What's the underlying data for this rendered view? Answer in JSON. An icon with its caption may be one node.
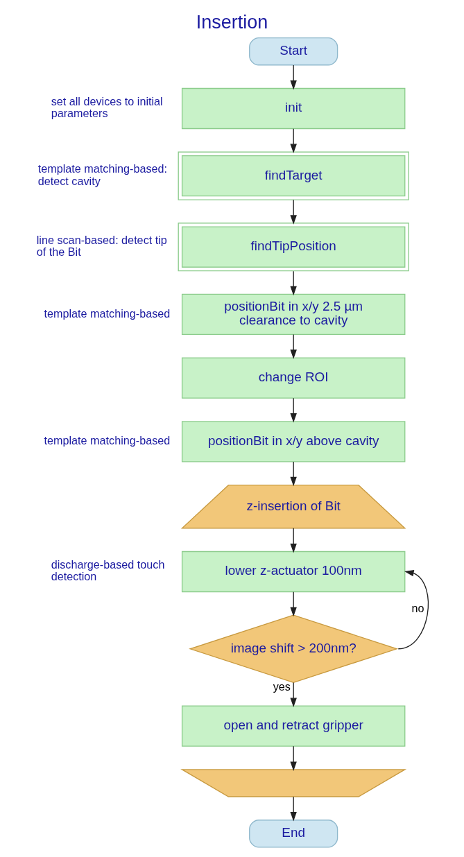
{
  "diagram": {
    "title": "Insertion",
    "nodes": [
      {
        "text": [
          "Start"
        ]
      },
      {
        "text": [
          "init"
        ],
        "beside": [
          "set all devices to initial parameters"
        ]
      },
      {
        "text": [
          "findTarget"
        ],
        "beside": [
          "template matching-based: detect cavity"
        ]
      },
      {
        "text": [
          "findTipPosition"
        ],
        "beside": [
          "line scan-based: detect tip of the Bit"
        ]
      },
      {
        "text": [
          "positionBit in x/y 2.5 µm clearance to cavity"
        ],
        "beside": [
          "template matching-based"
        ]
      },
      {
        "text": [
          "change ROI"
        ]
      },
      {
        "text": [
          "positionBit in x/y above cavity"
        ],
        "beside": [
          "template matching-based"
        ]
      },
      {
        "text": [
          "z-insertion of Bit"
        ]
      },
      {
        "text": [
          "lower z-actuator 100nm"
        ],
        "beside": [
          "discharge-based touch detection"
        ]
      },
      {
        "text": [
          "image shift > 200nm?"
        ]
      },
      {
        "text": [
          "open and retract gripper"
        ]
      },
      {
        "text": [],
        "shape": "trapezium"
      },
      {
        "text": [
          "End"
        ]
      }
    ],
    "edges": [
      {
        "from": 0,
        "to": 1,
        "arrow": "to"
      },
      {
        "from": 1,
        "to": 2,
        "arrow": "to"
      },
      {
        "from": 2,
        "to": 3,
        "arrow": "to"
      },
      {
        "from": 3,
        "to": 4,
        "arrow": "to"
      },
      {
        "from": 4,
        "to": 5,
        "arrow": "to"
      },
      {
        "from": 5,
        "to": 6,
        "arrow": "to"
      },
      {
        "from": 6,
        "to": 7,
        "arrow": "to"
      },
      {
        "from": 7,
        "to": 8,
        "arrow": "to"
      },
      {
        "from": 8,
        "to": 9,
        "arrow": "to"
      },
      {
        "from": 9,
        "to": 8,
        "arrow": "to",
        "label": "no"
      },
      {
        "from": 9,
        "to": 10,
        "arrow": "to",
        "label": "yes"
      },
      {
        "from": 10,
        "to": 11,
        "arrow": "to"
      },
      {
        "from": 11,
        "to": 12,
        "arrow": "to"
      }
    ]
  }
}
